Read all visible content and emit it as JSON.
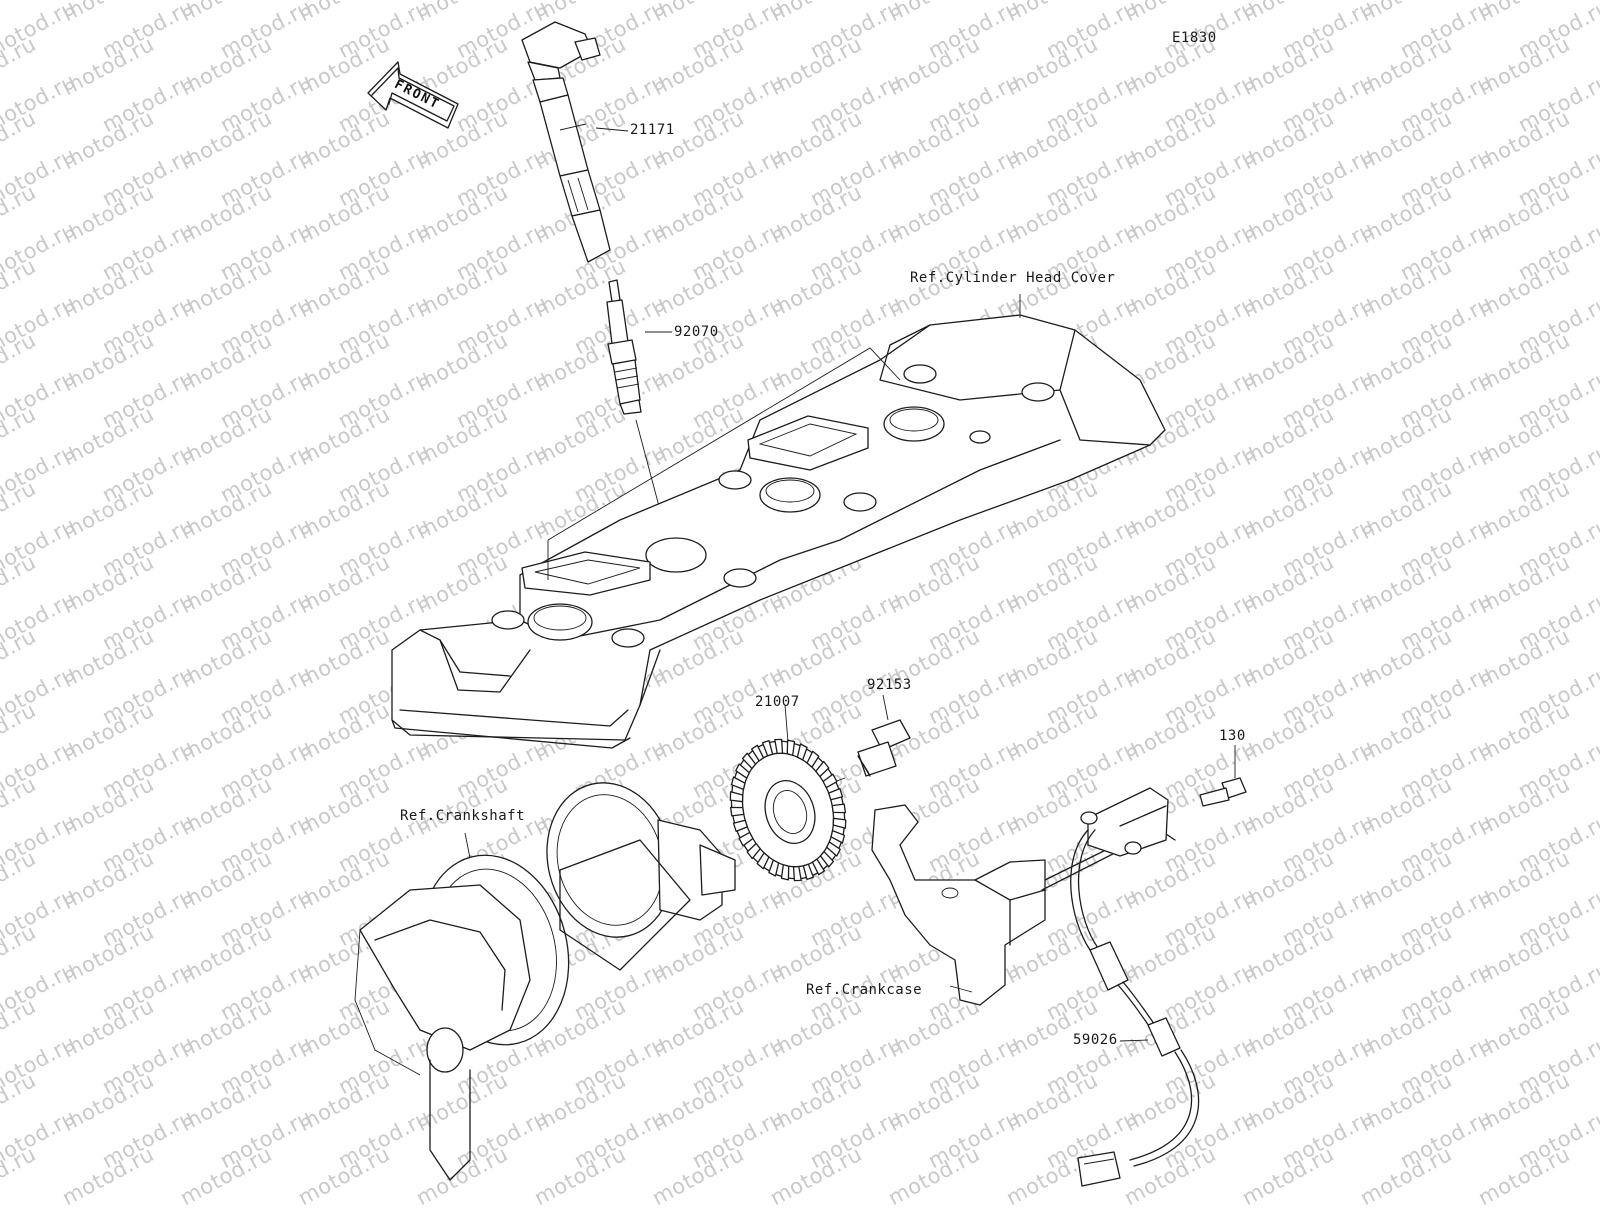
{
  "diagram": {
    "code": "E1830",
    "watermark": "motod.ru",
    "front_arrow_label": "FRONT",
    "parts": [
      {
        "id": "ignition-coil",
        "number": "21171"
      },
      {
        "id": "spark-plug",
        "number": "92070"
      },
      {
        "id": "rotor",
        "number": "21007"
      },
      {
        "id": "bolt",
        "number": "92153"
      },
      {
        "id": "sensor-bolt",
        "number": "130"
      },
      {
        "id": "crankshaft-sensor",
        "number": "59026"
      }
    ],
    "references": [
      {
        "id": "cylinder-head-cover",
        "label": "Ref.Cylinder Head Cover"
      },
      {
        "id": "crankshaft",
        "label": "Ref.Crankshaft"
      },
      {
        "id": "crankcase",
        "label": "Ref.Crankcase"
      }
    ]
  }
}
